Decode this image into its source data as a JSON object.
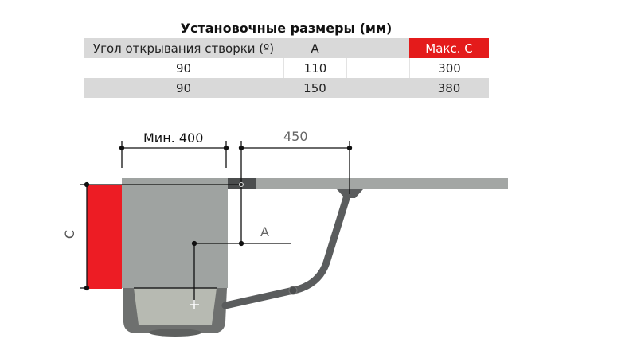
{
  "table": {
    "title": "Установочные размеры (мм)",
    "headers": [
      "Угол открывания створки (º)",
      "A",
      "",
      "Макс. C"
    ],
    "rows": [
      [
        "90",
        "110",
        "",
        "300"
      ],
      [
        "90",
        "150",
        "",
        "380"
      ]
    ]
  },
  "diagram": {
    "dim_min": "Мин. 400",
    "dim_450": "450",
    "dim_a": "A",
    "dim_c": "C"
  },
  "colors": {
    "accent_red": "#e41b1b",
    "motor_gray": "#9fa3a1",
    "arm_dark": "#5a5c5d"
  }
}
